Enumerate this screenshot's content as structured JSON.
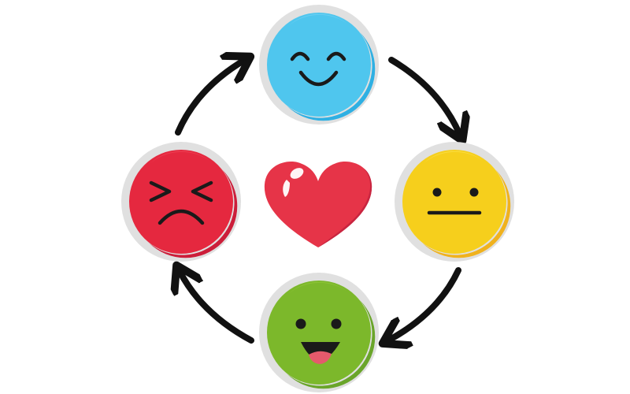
{
  "diagram": {
    "type": "emotion-cycle",
    "cycle_direction": "clockwise",
    "center": {
      "icon": "heart-icon",
      "color": "#e63448",
      "shade": "#c82540"
    },
    "ring_color": "#e0e0e0",
    "arrow_color": "#111111",
    "stroke_color": "#1a1a1a",
    "faces": [
      {
        "id": "happy",
        "mood": "happy",
        "expression": "closed-eyes-smile",
        "position": "top",
        "color": "#4fc6ee",
        "shade": "#2fb0e3",
        "light": "#74d1f4"
      },
      {
        "id": "neutral",
        "mood": "neutral",
        "expression": "dot-eyes-flat-mouth",
        "position": "right",
        "color": "#f6cf1c",
        "shade": "#f0b21e",
        "light": "#fbe04a"
      },
      {
        "id": "excited",
        "mood": "excited",
        "expression": "open-mouth-laugh",
        "position": "bottom",
        "color": "#7cb82b",
        "shade": "#6aa52a",
        "light": "#92c83a"
      },
      {
        "id": "angry",
        "mood": "angry",
        "expression": "squint-eyes-frown",
        "position": "left",
        "color": "#e5283f",
        "shade": "#cc1e3a",
        "light": "#ef4458"
      }
    ],
    "arrows": [
      {
        "from": "angry",
        "to": "happy"
      },
      {
        "from": "happy",
        "to": "neutral"
      },
      {
        "from": "neutral",
        "to": "excited"
      },
      {
        "from": "excited",
        "to": "angry"
      }
    ],
    "tongue_color": "#e55a6c",
    "mouth_color": "#1a1a1a"
  }
}
